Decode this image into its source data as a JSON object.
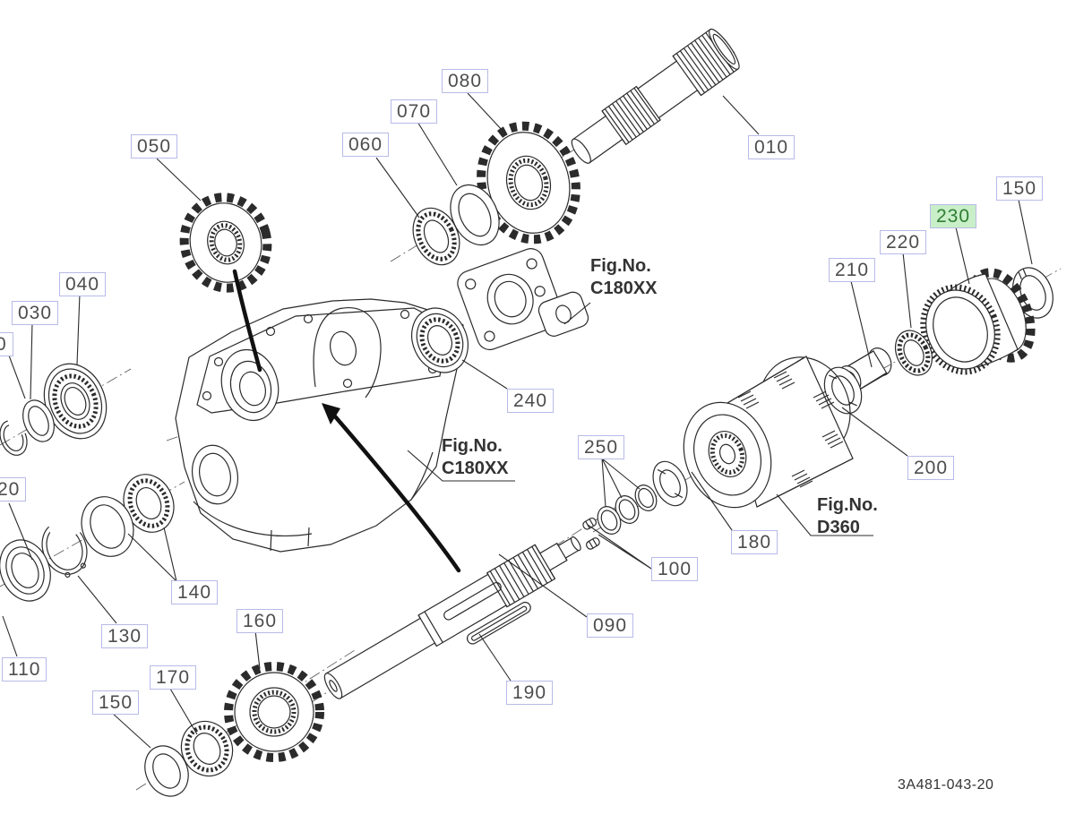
{
  "diagram": {
    "type": "exploded-parts-diagram",
    "drawing_number": "3A481-043-20",
    "highlighted_callout": "230",
    "callouts": [
      {
        "ref": "010"
      },
      {
        "ref": "030"
      },
      {
        "ref": "040"
      },
      {
        "ref": "050"
      },
      {
        "ref": "060"
      },
      {
        "ref": "070"
      },
      {
        "ref": "080"
      },
      {
        "ref": "090"
      },
      {
        "ref": "100"
      },
      {
        "ref": "110"
      },
      {
        "ref": "20"
      },
      {
        "ref": "130"
      },
      {
        "ref": "140"
      },
      {
        "ref": "150"
      },
      {
        "ref": "150"
      },
      {
        "ref": "160"
      },
      {
        "ref": "170"
      },
      {
        "ref": "180"
      },
      {
        "ref": "190"
      },
      {
        "ref": "200"
      },
      {
        "ref": "210"
      },
      {
        "ref": "220"
      },
      {
        "ref": "230"
      },
      {
        "ref": "240"
      },
      {
        "ref": "250"
      },
      {
        "ref": "0"
      }
    ],
    "fig_refs": [
      {
        "line1": "Fig.No.",
        "line2": "C180XX"
      },
      {
        "line1": "Fig.No.",
        "line2": "C180XX"
      },
      {
        "line1": "Fig.No.",
        "line2": "D360"
      }
    ],
    "colors": {
      "line": "#2b2b2b",
      "label_text": "#4d4d4d",
      "label_border": "#b7bbe7",
      "highlight_bg": "#c9efc9",
      "highlight_text": "#2f7d32",
      "background": "#ffffff"
    }
  }
}
